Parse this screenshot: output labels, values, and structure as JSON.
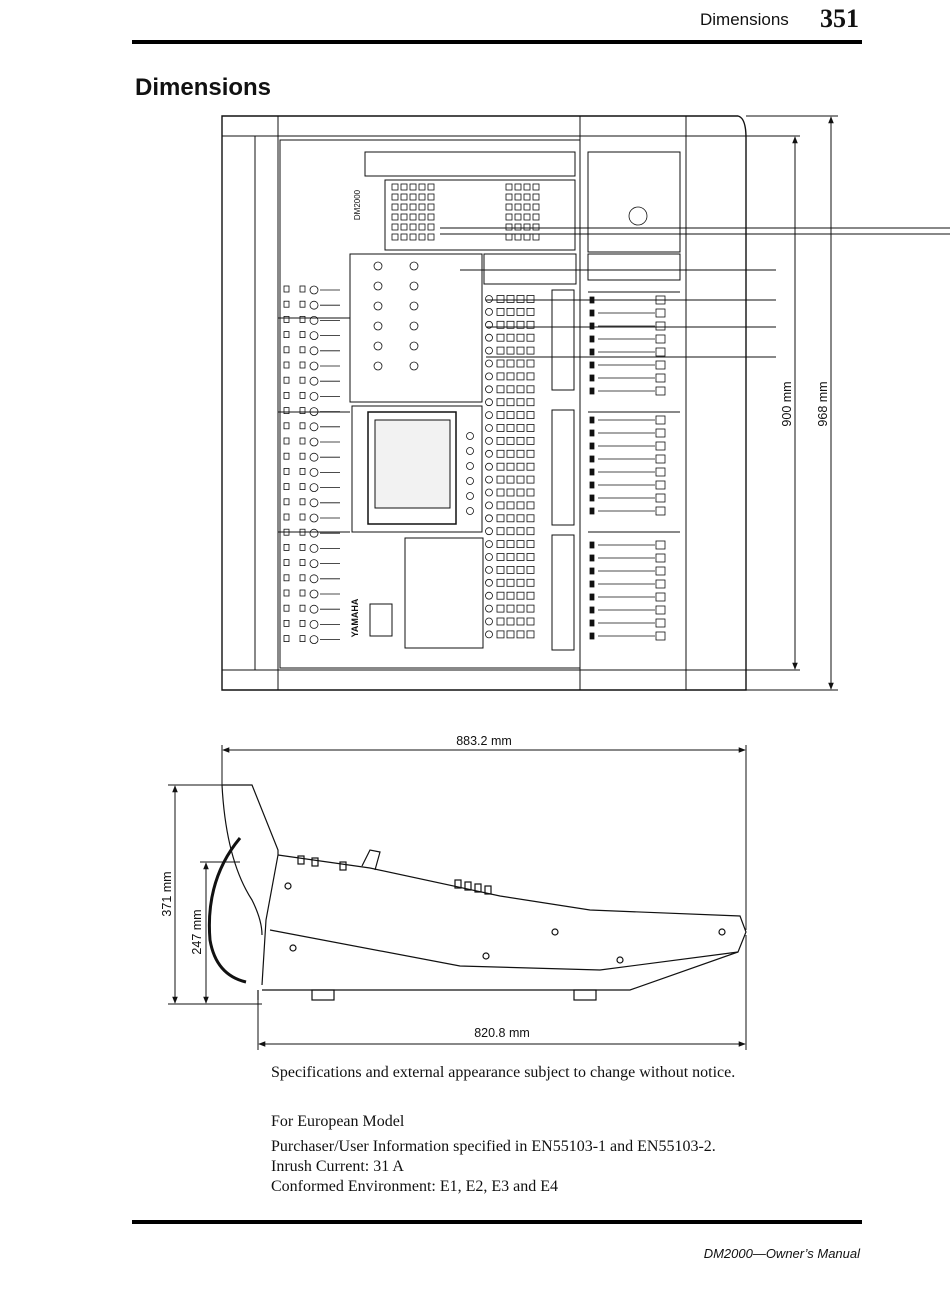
{
  "header": {
    "section": "Dimensions",
    "page_number": "351"
  },
  "title": "Dimensions",
  "dimensions": {
    "width": "883.2 mm",
    "depth_base": "820.8 mm",
    "depth_panel": "900 mm",
    "depth_total": "968 mm",
    "height_total": "371 mm",
    "height_front": "247 mm"
  },
  "labels": {
    "model_badge": "DM2000",
    "brand_badge": "YAMAHA"
  },
  "notice": "Specifications and external appearance subject to change without notice.",
  "european": {
    "heading": "For European Model",
    "lines": [
      "Purchaser/User Information specified in EN55103-1 and EN55103-2.",
      "Inrush Current: 31 A",
      "Conformed Environment: E1, E2, E3 and E4"
    ]
  },
  "footer": "DM2000—Owner’s Manual"
}
